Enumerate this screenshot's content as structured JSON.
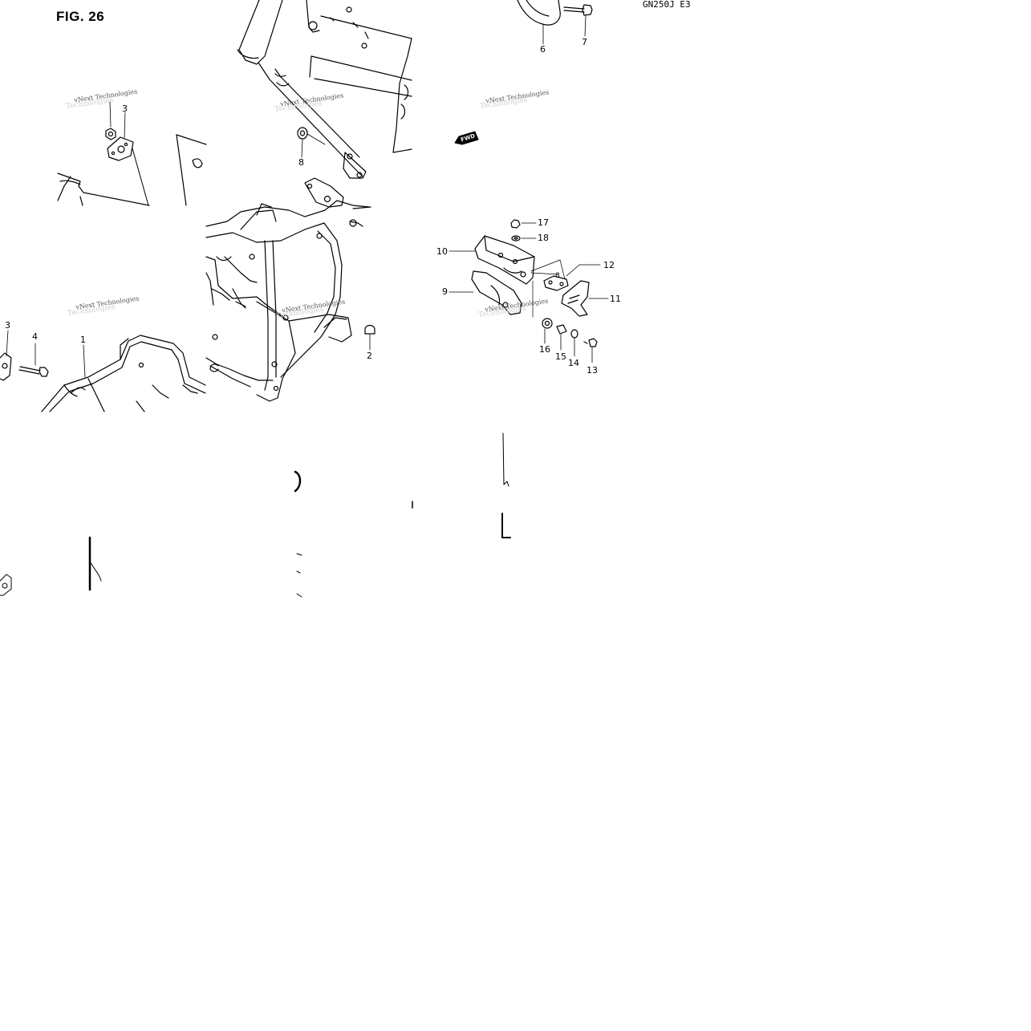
{
  "diagram": {
    "figure_label": "FIG. 26",
    "model_code": "GN250J E3",
    "fwd_label": "FWD",
    "watermark": "vNext Technologies",
    "watermark_ghost": "Technologies",
    "callouts": [
      "1",
      "2",
      "3",
      "3",
      "4",
      "6",
      "7",
      "8",
      "8",
      "9",
      "10",
      "11",
      "12",
      "13",
      "14",
      "15",
      "16",
      "17",
      "18"
    ]
  }
}
